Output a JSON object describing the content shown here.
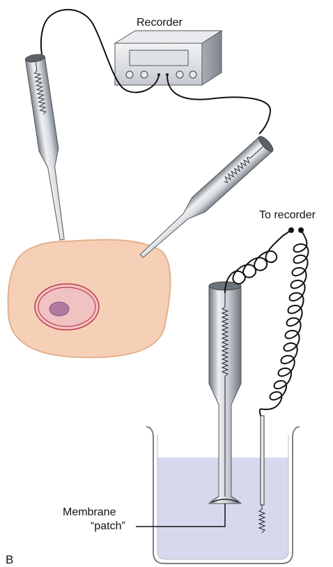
{
  "labels": {
    "recorder": "Recorder",
    "to_recorder": "To recorder",
    "membrane_line1": "Membrane",
    "membrane_line2": "“patch”",
    "panel_letter": "B"
  },
  "colors": {
    "cell_fill": "#f5d0b6",
    "cell_stroke": "#e2b08a",
    "nucleus_ring": "#c0394a",
    "nucleus_fill": "#f1c2c2",
    "nucleolus": "#b079a2",
    "bath_liquid": "#d6d9ee",
    "metal_light": "#eef0f3",
    "metal_dark": "#8e949c"
  }
}
